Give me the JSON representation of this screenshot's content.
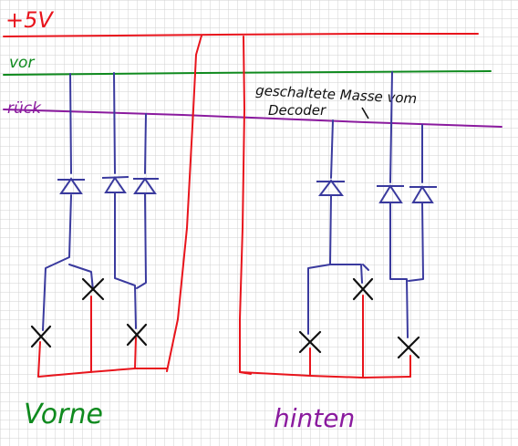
{
  "rails": {
    "plus5v": {
      "label": "+5V",
      "color": "#e8141c"
    },
    "vor": {
      "label": "vor",
      "color": "#0f8a1e"
    },
    "rueck": {
      "label": "rück",
      "color": "#8a1a9e"
    }
  },
  "note": {
    "line1": "geschaltete Masse vom",
    "line2": "Decoder"
  },
  "groups": {
    "vorne": {
      "label": "Vorne",
      "color": "#0f8a1e"
    },
    "hinten": {
      "label": "hinten",
      "color": "#8a1a9e"
    }
  },
  "colors": {
    "wire_blue": "#3a3a9e",
    "wire_red": "#e8141c",
    "lamp": "#111111",
    "grid_minor": "#d2d2d2",
    "grid_major": "#bdbdbd"
  }
}
